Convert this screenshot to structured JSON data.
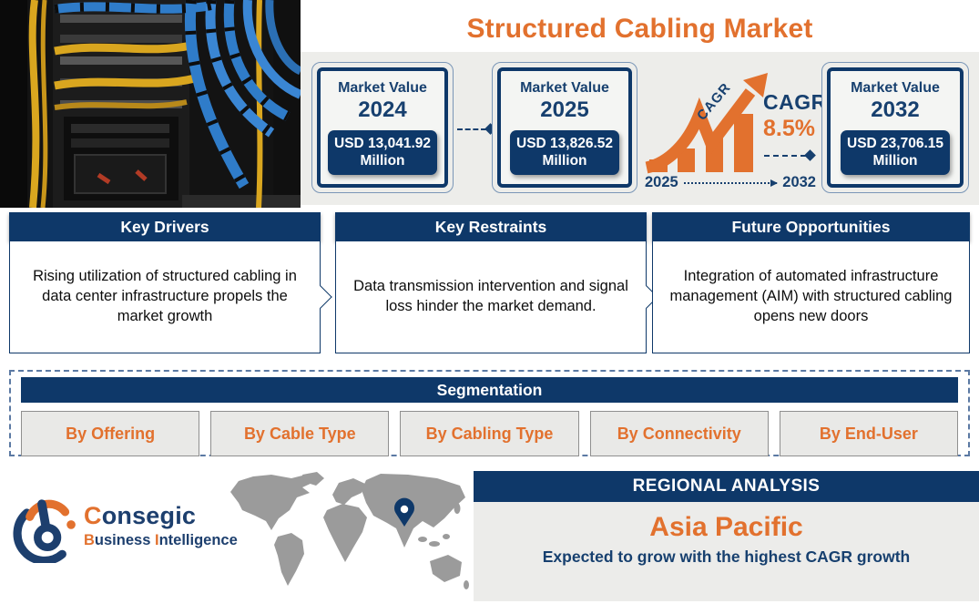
{
  "page": {
    "title": "Structured Cabling Market"
  },
  "market_values": [
    {
      "label": "Market Value",
      "year": "2024",
      "value": "USD 13,041.92",
      "unit": "Million"
    },
    {
      "label": "Market Value",
      "year": "2025",
      "value": "USD 13,826.52",
      "unit": "Million"
    },
    {
      "label": "Market Value",
      "year": "2032",
      "value": "USD 23,706.15",
      "unit": "Million"
    }
  ],
  "cagr": {
    "arrow_label": "CAGR",
    "label": "CAGR",
    "value": "8.5%",
    "start_year": "2025",
    "end_year": "2032"
  },
  "insights": [
    {
      "header": "Key Drivers",
      "text": "Rising utilization of structured cabling in data center infrastructure propels the market growth"
    },
    {
      "header": "Key Restraints",
      "text": "Data transmission intervention and signal loss hinder the market demand."
    },
    {
      "header": "Future Opportunities",
      "text": "Integration of automated infrastructure management (AIM) with structured cabling opens new doors"
    }
  ],
  "segmentation": {
    "header": "Segmentation",
    "items": [
      "By Offering",
      "By Cable Type",
      "By Cabling Type",
      "By Connectivity",
      "By End-User"
    ]
  },
  "regional": {
    "header": "REGIONAL ANALYSIS",
    "region": "Asia Pacific",
    "subtitle": "Expected to grow with the highest CAGR growth"
  },
  "brand": {
    "word1_first": "C",
    "word1_rest": "onsegic",
    "word2_first": "B",
    "word2_rest": "usiness ",
    "word3_first": "I",
    "word3_rest": "ntelligence"
  },
  "colors": {
    "navy": "#0e3869",
    "orange": "#e2712e",
    "panel_gray": "#ededea",
    "segment_box_gray": "#e9e9e7",
    "map_gray": "#9b9b9b"
  }
}
